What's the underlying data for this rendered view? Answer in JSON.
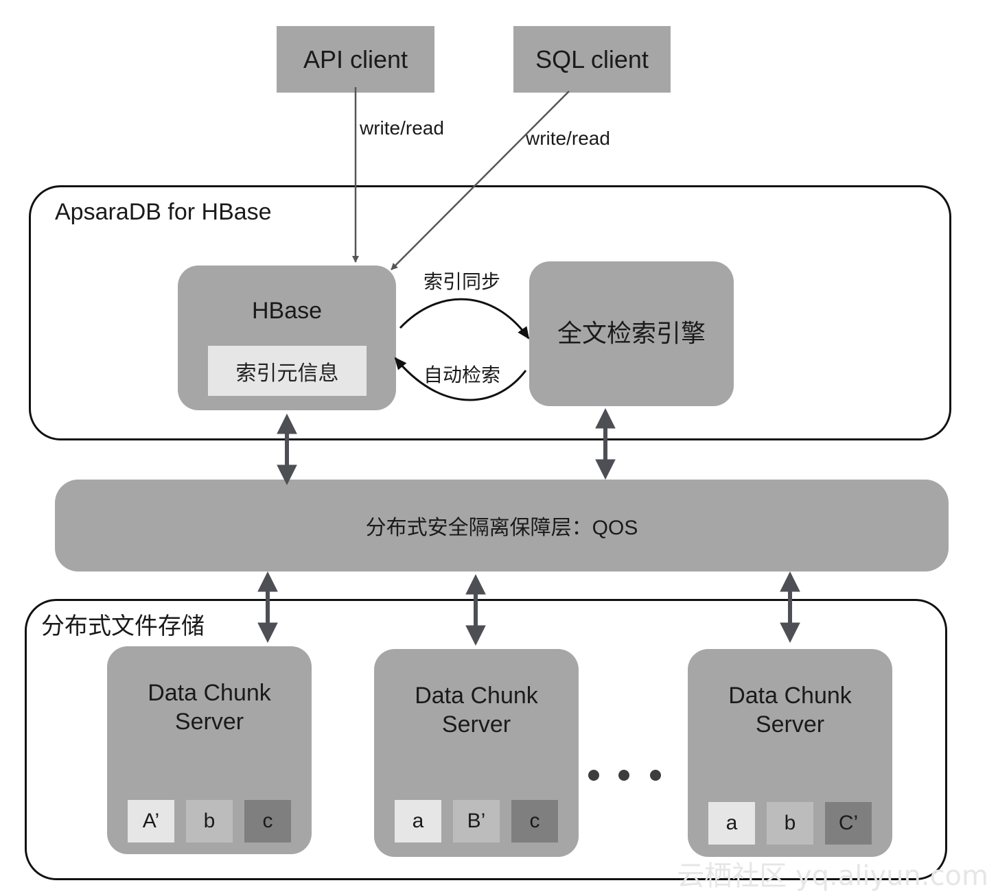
{
  "clients": {
    "api": "API client",
    "sql": "SQL client",
    "api_edge_label": "write/read",
    "sql_edge_label": "write/read"
  },
  "hbase_group": {
    "title": "ApsaraDB for HBase",
    "hbase": {
      "title": "HBase",
      "index_meta": "索引元信息"
    },
    "search_engine": {
      "title": "全文检索引擎"
    },
    "sync_label": "索引同步",
    "retrieve_label": "自动检索"
  },
  "qos": {
    "label": "分布式安全隔离保障层：QOS"
  },
  "storage_group": {
    "title": "分布式文件存储",
    "servers": [
      {
        "title_line1": "Data Chunk",
        "title_line2": "Server",
        "chunks": [
          "A’",
          "b",
          "c"
        ]
      },
      {
        "title_line1": "Data Chunk",
        "title_line2": "Server",
        "chunks": [
          "a",
          "B’",
          "c"
        ]
      },
      {
        "title_line1": "Data Chunk",
        "title_line2": "Server",
        "chunks": [
          "a",
          "b",
          "C’"
        ]
      }
    ]
  },
  "watermark": "云栖社区 yq.aliyun.com",
  "colors": {
    "box_gray": "#a6a6a6",
    "light_chunk": "#e6e6e6",
    "mid_chunk": "#bcbcbc",
    "dark_chunk": "#7f7f7f",
    "arrow": "#4d4f55"
  }
}
